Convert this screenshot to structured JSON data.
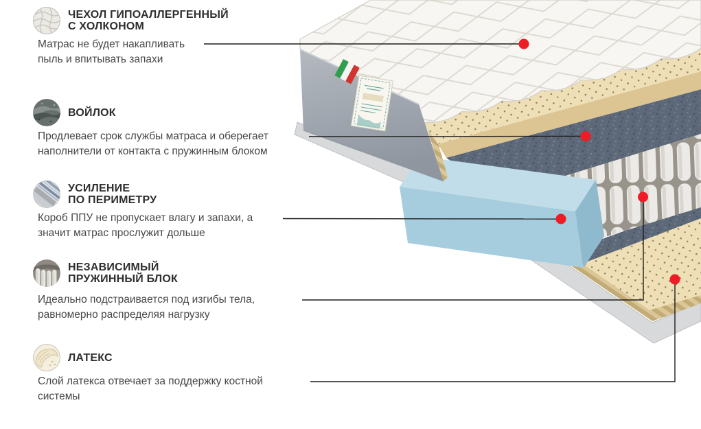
{
  "infographic": {
    "features": [
      {
        "icon": "quilted-cover-icon",
        "title": "ЧЕХОЛ ГИПОАЛЛЕРГЕННЫЙ\nС ХОЛКОНОМ",
        "description": "Матрас не будет накапливать\nпыль и впитывать запахи"
      },
      {
        "icon": "felt-icon",
        "title": "ВОЙЛОК",
        "description": "Продлевает срок службы матраса  и оберегает\nнаполнители от контакта с пружинным блоком"
      },
      {
        "icon": "perimeter-reinforcement-icon",
        "title": "УСИЛЕНИЕ\nПО ПЕРИМЕТРУ",
        "description": "Короб ППУ не пропускает влагу и запахи, а\nзначит матрас прослужит дольше"
      },
      {
        "icon": "pocket-springs-icon",
        "title": "НЕЗАВИСИМЫЙ\nПРУЖИННЫЙ БЛОК",
        "description": "Идеально подстраивается под изгибы тела,\nравномерно распределяя нагрузку"
      },
      {
        "icon": "latex-icon",
        "title": "ЛАТЕКС",
        "description": "Слой латекса отвечает за поддержку костной\nсистемы"
      }
    ],
    "colors": {
      "accent_red": "#ee1c25",
      "leader_line": "#1d1d1d",
      "title_text": "#2e2e2e",
      "body_text": "#474747",
      "cover_white": "#f7f6f2",
      "side_gray": "#9ba1aa",
      "latex_cream": "#eedfb6",
      "felt_gray": "#5d6878",
      "foam_blue": "#b5d8e6",
      "springs_light": "#eceae6",
      "base_gray": "#d8d9db"
    }
  }
}
